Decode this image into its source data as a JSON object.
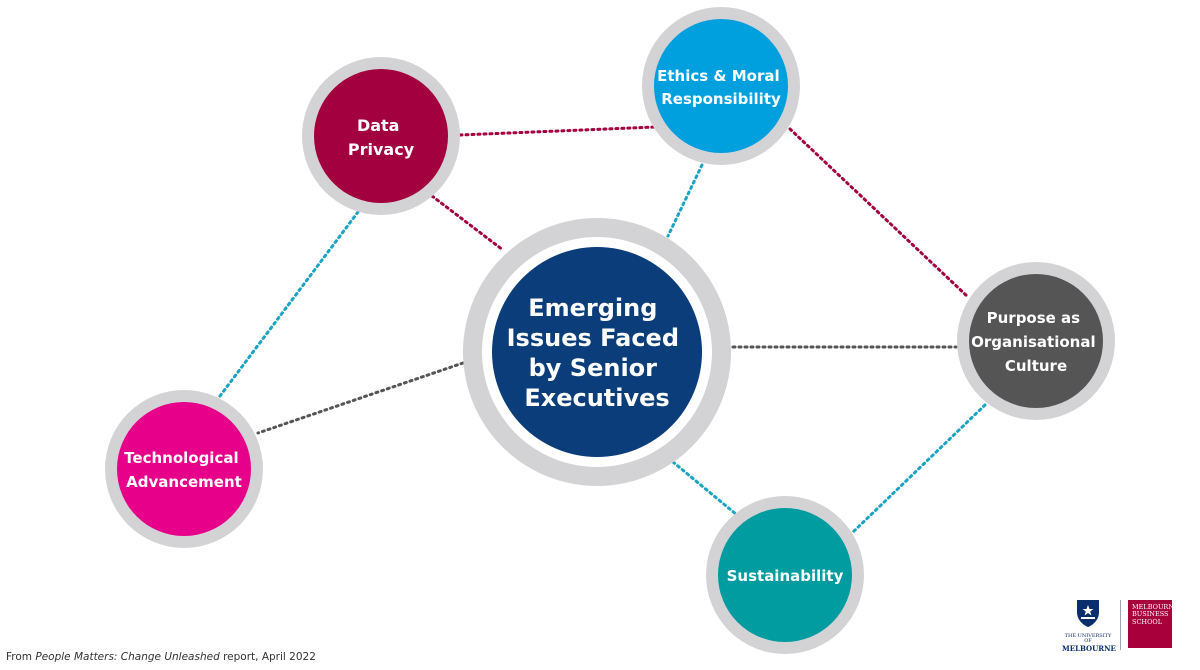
{
  "center": {
    "lines": [
      "Emerging",
      "Issues Faced",
      "by Senior",
      "Executives"
    ],
    "color": "#0b3d7a"
  },
  "nodes": {
    "data_privacy": {
      "lines": [
        "Data",
        "Privacy"
      ],
      "color": "#a3003f"
    },
    "ethics": {
      "lines": [
        "Ethics & Moral",
        "Responsibility"
      ],
      "color": "#00a0df"
    },
    "purpose": {
      "lines": [
        "Purpose as",
        "Organisational",
        "Culture"
      ],
      "color": "#555555"
    },
    "sustainability": {
      "lines": [
        "Sustainability"
      ],
      "color": "#009ca0"
    },
    "technological": {
      "lines": [
        "Technological",
        "Advancement"
      ],
      "color": "#e6008a"
    }
  },
  "ring_color": "#d3d3d6",
  "source_note": {
    "prefix": "From ",
    "publication": "People Matters: Change Unleashed",
    "suffix": " report, April 2022"
  },
  "logos": {
    "uom_line1": "THE UNIVERSITY OF",
    "uom_line2": "MELBOURNE",
    "mbs_lines": [
      "MELBOURNE",
      "BUSINESS",
      "SCHOOL"
    ]
  }
}
